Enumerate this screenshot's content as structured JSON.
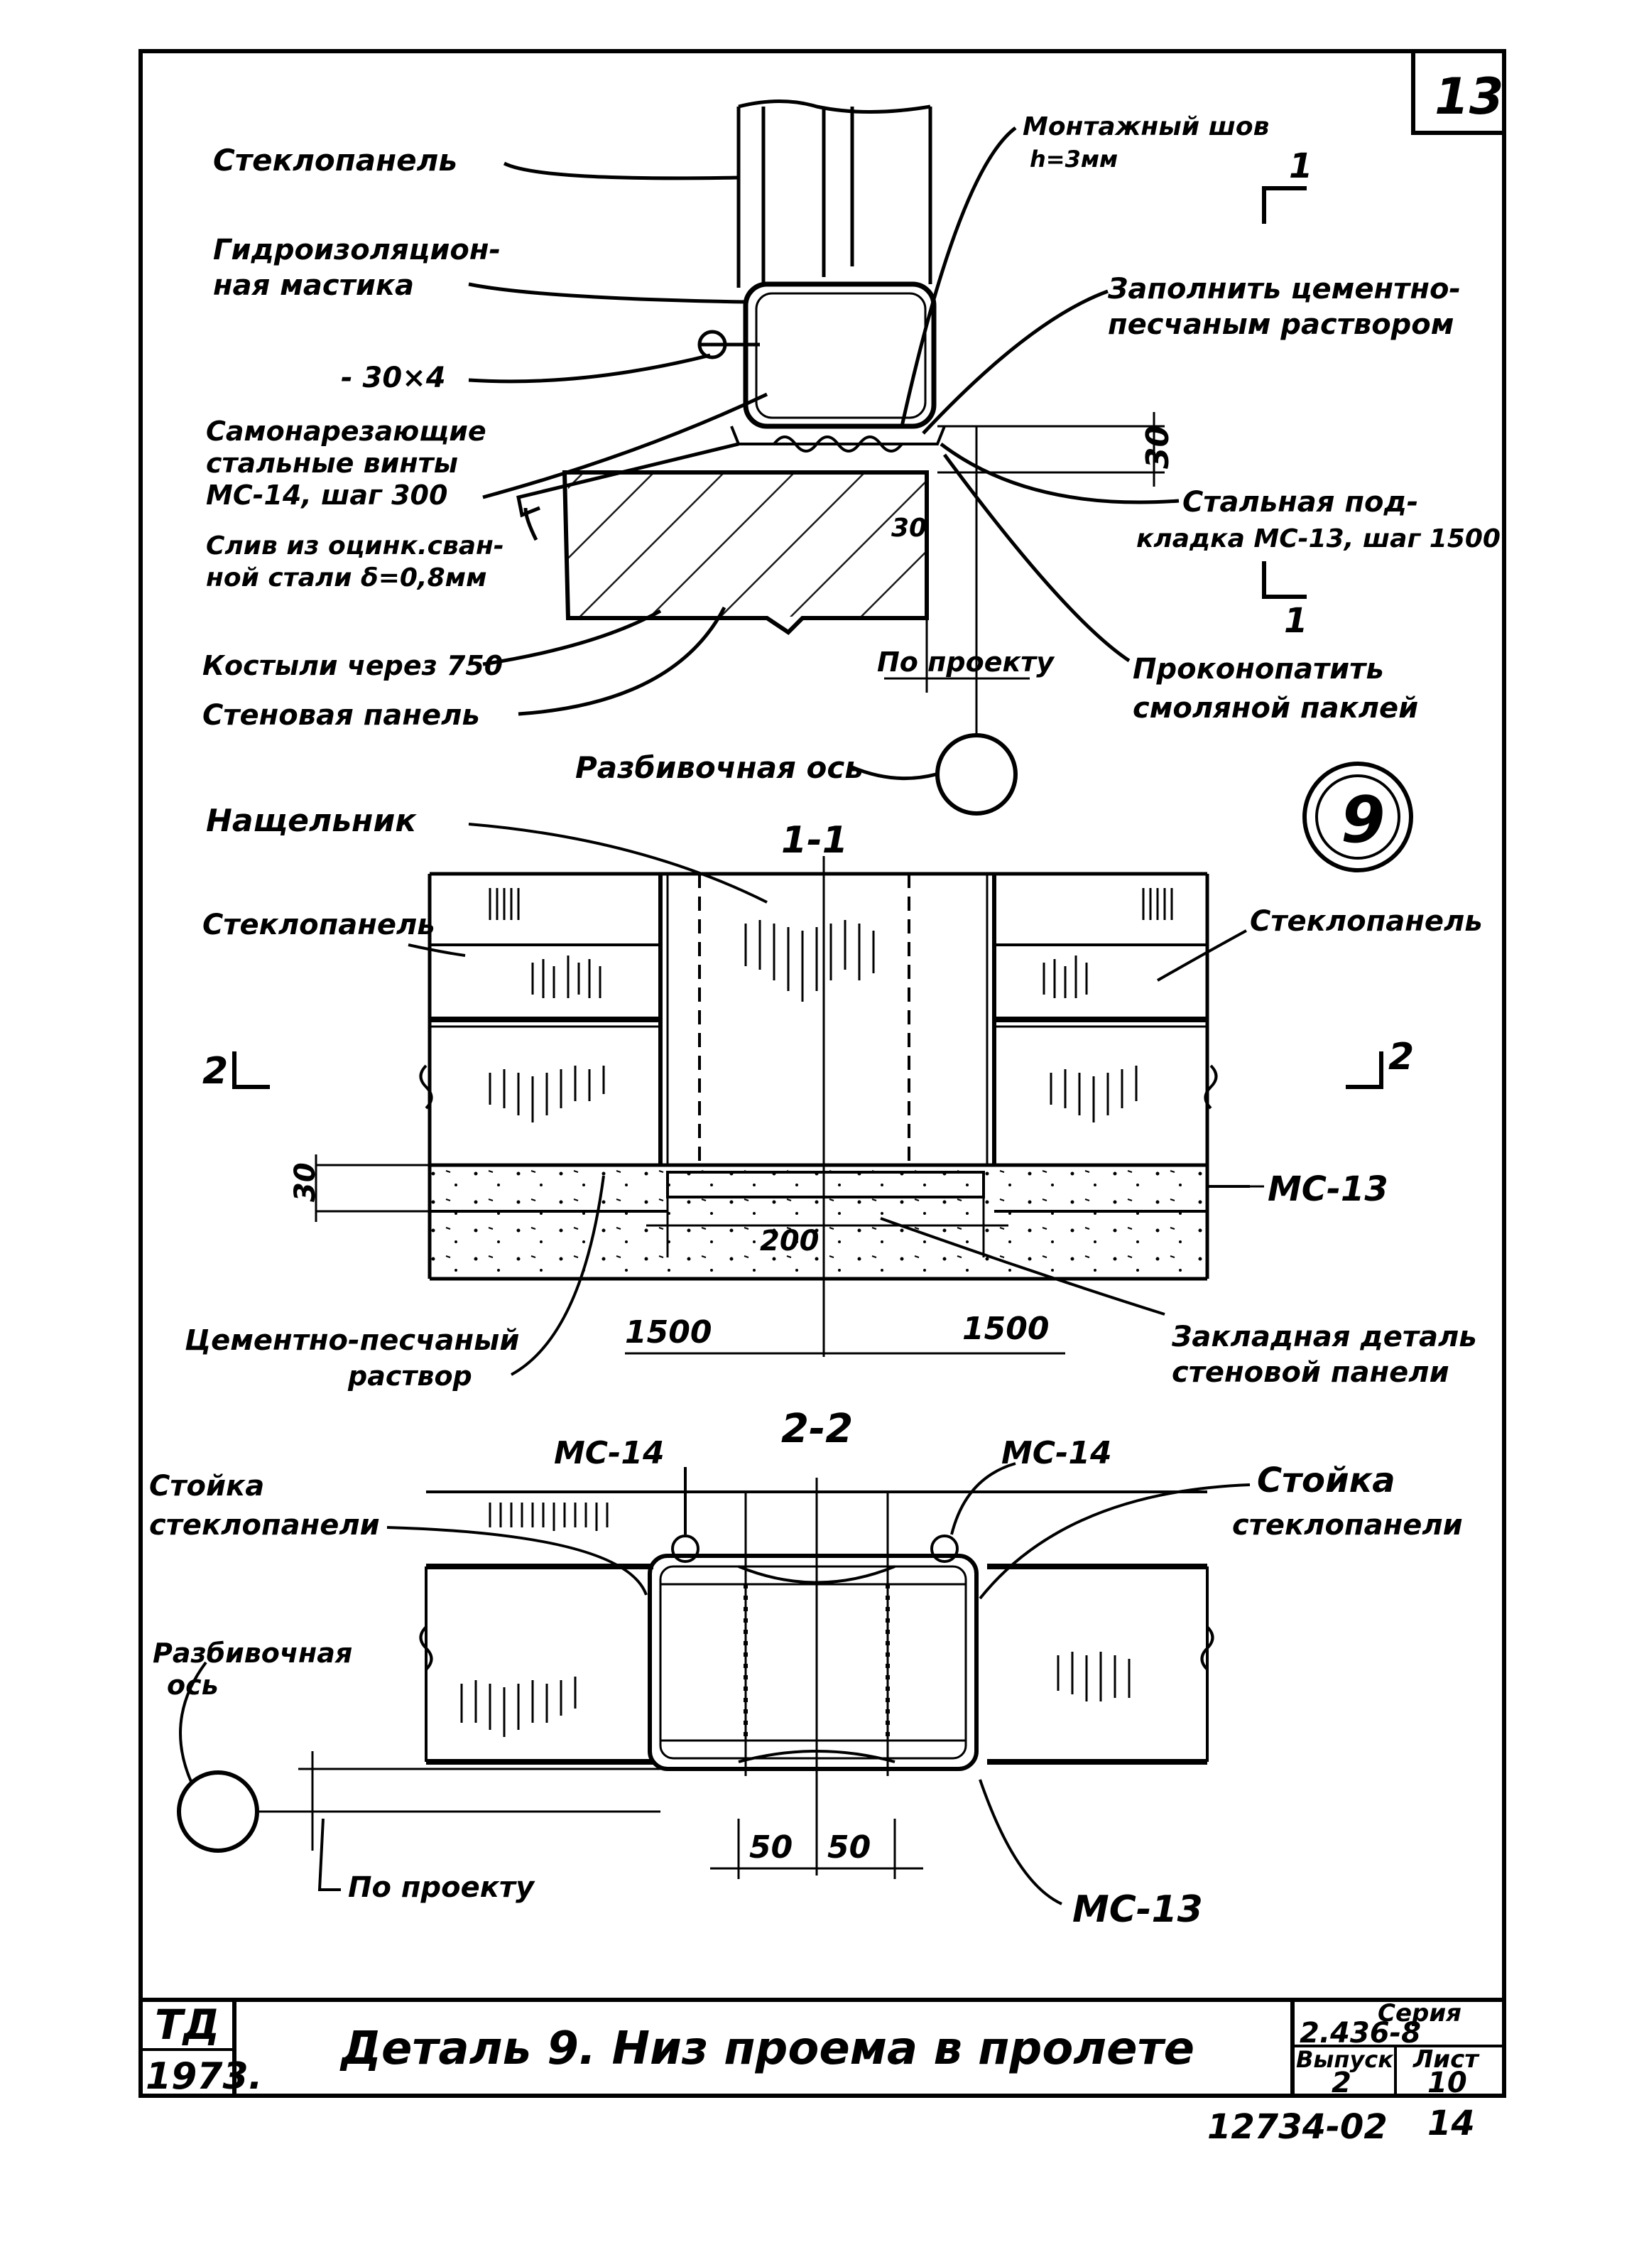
{
  "sheet": {
    "corner_number": "13",
    "detail_number": "9",
    "footer_code": "12734-02",
    "footer_page": "14"
  },
  "title_block": {
    "org": "ТД",
    "year": "1973.",
    "title": "Деталь 9.   Низ проема в пролете",
    "series_label": "Серия",
    "series_value": "2.436-8",
    "issue_label": "Выпуск",
    "issue_value": "2",
    "sheet_label": "Лист",
    "sheet_value": "10"
  },
  "top_detail": {
    "glass_panel": "Стеклопанель",
    "waterproof_1": "Гидроизоляцион-",
    "waterproof_2": "ная мастика",
    "strip": "- 30×4",
    "screws_1": "Самонарезающие",
    "screws_2": "стальные винты",
    "screws_3": "МС-14, шаг 300",
    "drip_1": "Слив из оцинк.сван-",
    "drip_2": "ной стали δ=0,8мм",
    "spikes": "Костыли через 750",
    "wall_panel": "Стеновая панель",
    "mount_seam_1": "Монтажный шов",
    "mount_seam_2": "h=3мм",
    "fill_1": "Заполнить цементно-",
    "fill_2": "песчаным раствором",
    "dim_30": "30",
    "steel_plate_1": "Стальная под-",
    "steel_plate_2": "кладка МС-13, шаг 1500",
    "dim_30b": "30",
    "per_project": "По проекту",
    "caulk_1": "Проконопатить",
    "caulk_2": "смоляной паклей",
    "axis": "Разбивочная ось",
    "cut_1": "1"
  },
  "section_1_1": {
    "title": "1-1",
    "cover_strip": "Нащельник",
    "glass_left": "Стеклопанель",
    "glass_right": "Стеклопанель",
    "cut_2": "2",
    "dim_30": "30",
    "mc13": "МС-13",
    "dim_200": "200",
    "mortar_1": "Цементно-песчаный",
    "mortar_2": "раствор",
    "dim_1500_left": "1500",
    "dim_1500_right": "1500",
    "embedded_1": "Закладная деталь",
    "embedded_2": "стеновой панели"
  },
  "section_2_2": {
    "title": "2-2",
    "mc14_left": "МС-14",
    "mc14_right": "МС-14",
    "post_left_1": "Стойка",
    "post_left_2": "стеклопанели",
    "post_right_1": "Стойка",
    "post_right_2": "стеклопанели",
    "axis_1": "Разбивочная",
    "axis_2": "ось",
    "per_project": "По проекту",
    "dim_50_left": "50",
    "dim_50_right": "50",
    "mc13": "МС-13"
  }
}
